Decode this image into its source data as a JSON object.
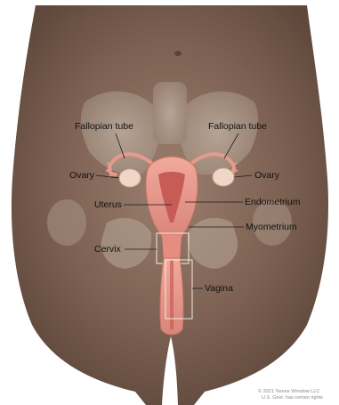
{
  "labels": {
    "fallopian_tube_left": "Fallopian tube",
    "fallopian_tube_right": "Fallopian tube",
    "ovary_left": "Ovary",
    "ovary_right": "Ovary",
    "uterus": "Uterus",
    "endometrium": "Endometrium",
    "myometrium": "Myometrium",
    "cervix": "Cervix",
    "vagina": "Vagina"
  },
  "copyright": {
    "line1": "© 2021 Terese Winslow LLC",
    "line2": "U.S. Govt. has certain rights"
  },
  "colors": {
    "skin": "#7a5f50",
    "organ": "#e8978a",
    "lining": "#c85a55",
    "leader": "#1a1a1a"
  }
}
